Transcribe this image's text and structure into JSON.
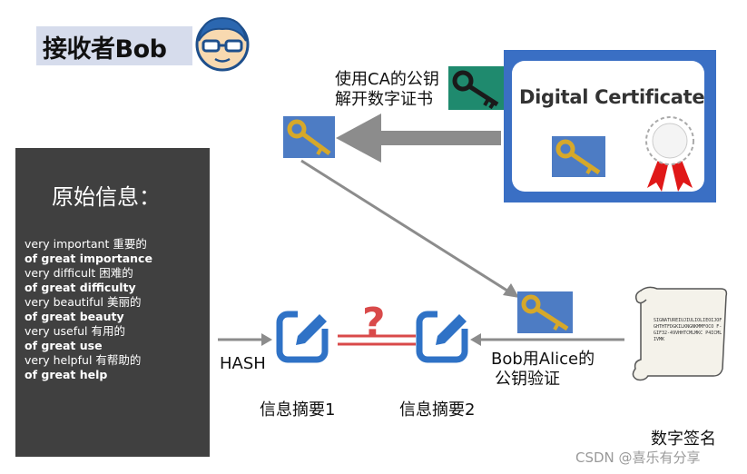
{
  "header": {
    "title": "接收者Bob"
  },
  "ca_step": {
    "line1": "使用CA的公钥",
    "line2": "解开数字证书"
  },
  "certificate": {
    "title": "Digital Certificate"
  },
  "info_panel": {
    "title": "原始信息：",
    "items": [
      {
        "text": "very important 重要的",
        "bold": false
      },
      {
        "text": "of great importance",
        "bold": true
      },
      {
        "text": "very difficult 困难的",
        "bold": false
      },
      {
        "text": "of great difficulty",
        "bold": true
      },
      {
        "text": "very beautiful 美丽的",
        "bold": false
      },
      {
        "text": "of great beauty",
        "bold": true
      },
      {
        "text": "very useful 有用的",
        "bold": false
      },
      {
        "text": "of great use",
        "bold": true
      },
      {
        "text": "very helpful 有帮助的",
        "bold": false
      },
      {
        "text": "of great help",
        "bold": true
      }
    ]
  },
  "flow": {
    "hash_label": "HASH",
    "digest1_label": "信息摘要1",
    "digest2_label": "信息摘要2",
    "compare_symbol": "?",
    "verify_line1": "Bob用Alice的",
    "verify_line2": "公钥验证"
  },
  "signature": {
    "label": "数字签名",
    "scroll_text": "SIGNATUREIUJIULIOLIEOIJOF GHTHTFDGKILKNGNKMMFOCO F-GIF32-49VHHTCMLMKC P4ICMLIVMK"
  },
  "watermark": "CSDN @喜乐有分享",
  "colors": {
    "panel": "#404040",
    "cert_blue": "#3a6fc4",
    "arrow_gray": "#8c8c8c",
    "icon_blue": "#2f72c6",
    "question_red": "#d94a4a",
    "key_gold": "#d6a82a"
  }
}
